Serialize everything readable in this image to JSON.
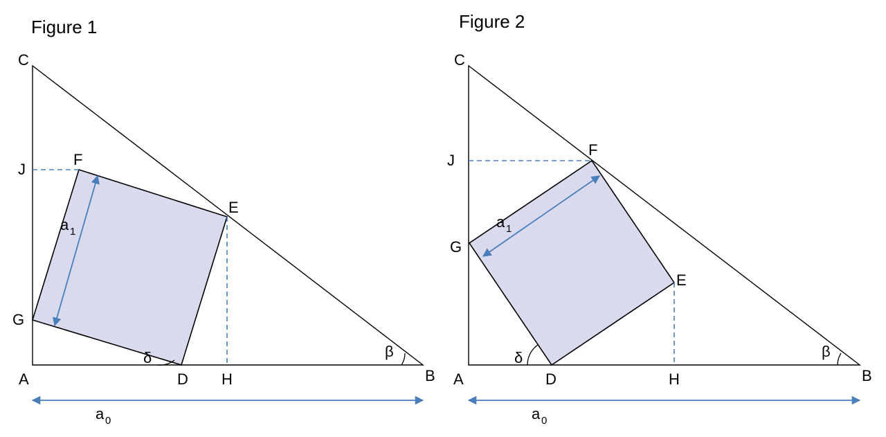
{
  "figure1": {
    "title": "Figure 1",
    "labels": {
      "A": "A",
      "B": "B",
      "C": "C",
      "D": "D",
      "E": "E",
      "F": "F",
      "G": "G",
      "H": "H",
      "J": "J"
    },
    "side_label": "a",
    "side_sub": "1",
    "base_label": "a",
    "base_sub": "0",
    "angle_delta": "δ",
    "angle_beta": "β"
  },
  "figure2": {
    "title": "Figure 2",
    "labels": {
      "A": "A",
      "B": "B",
      "C": "C",
      "D": "D",
      "E": "E",
      "F": "F",
      "G": "G",
      "H": "H",
      "J": "J"
    },
    "side_label": "a",
    "side_sub": "1",
    "base_label": "a",
    "base_sub": "0",
    "angle_delta": "δ",
    "angle_beta": "β"
  },
  "colors": {
    "square_fill": "#d9daee",
    "accent_blue": "#4a7ebb",
    "line": "#000000"
  }
}
